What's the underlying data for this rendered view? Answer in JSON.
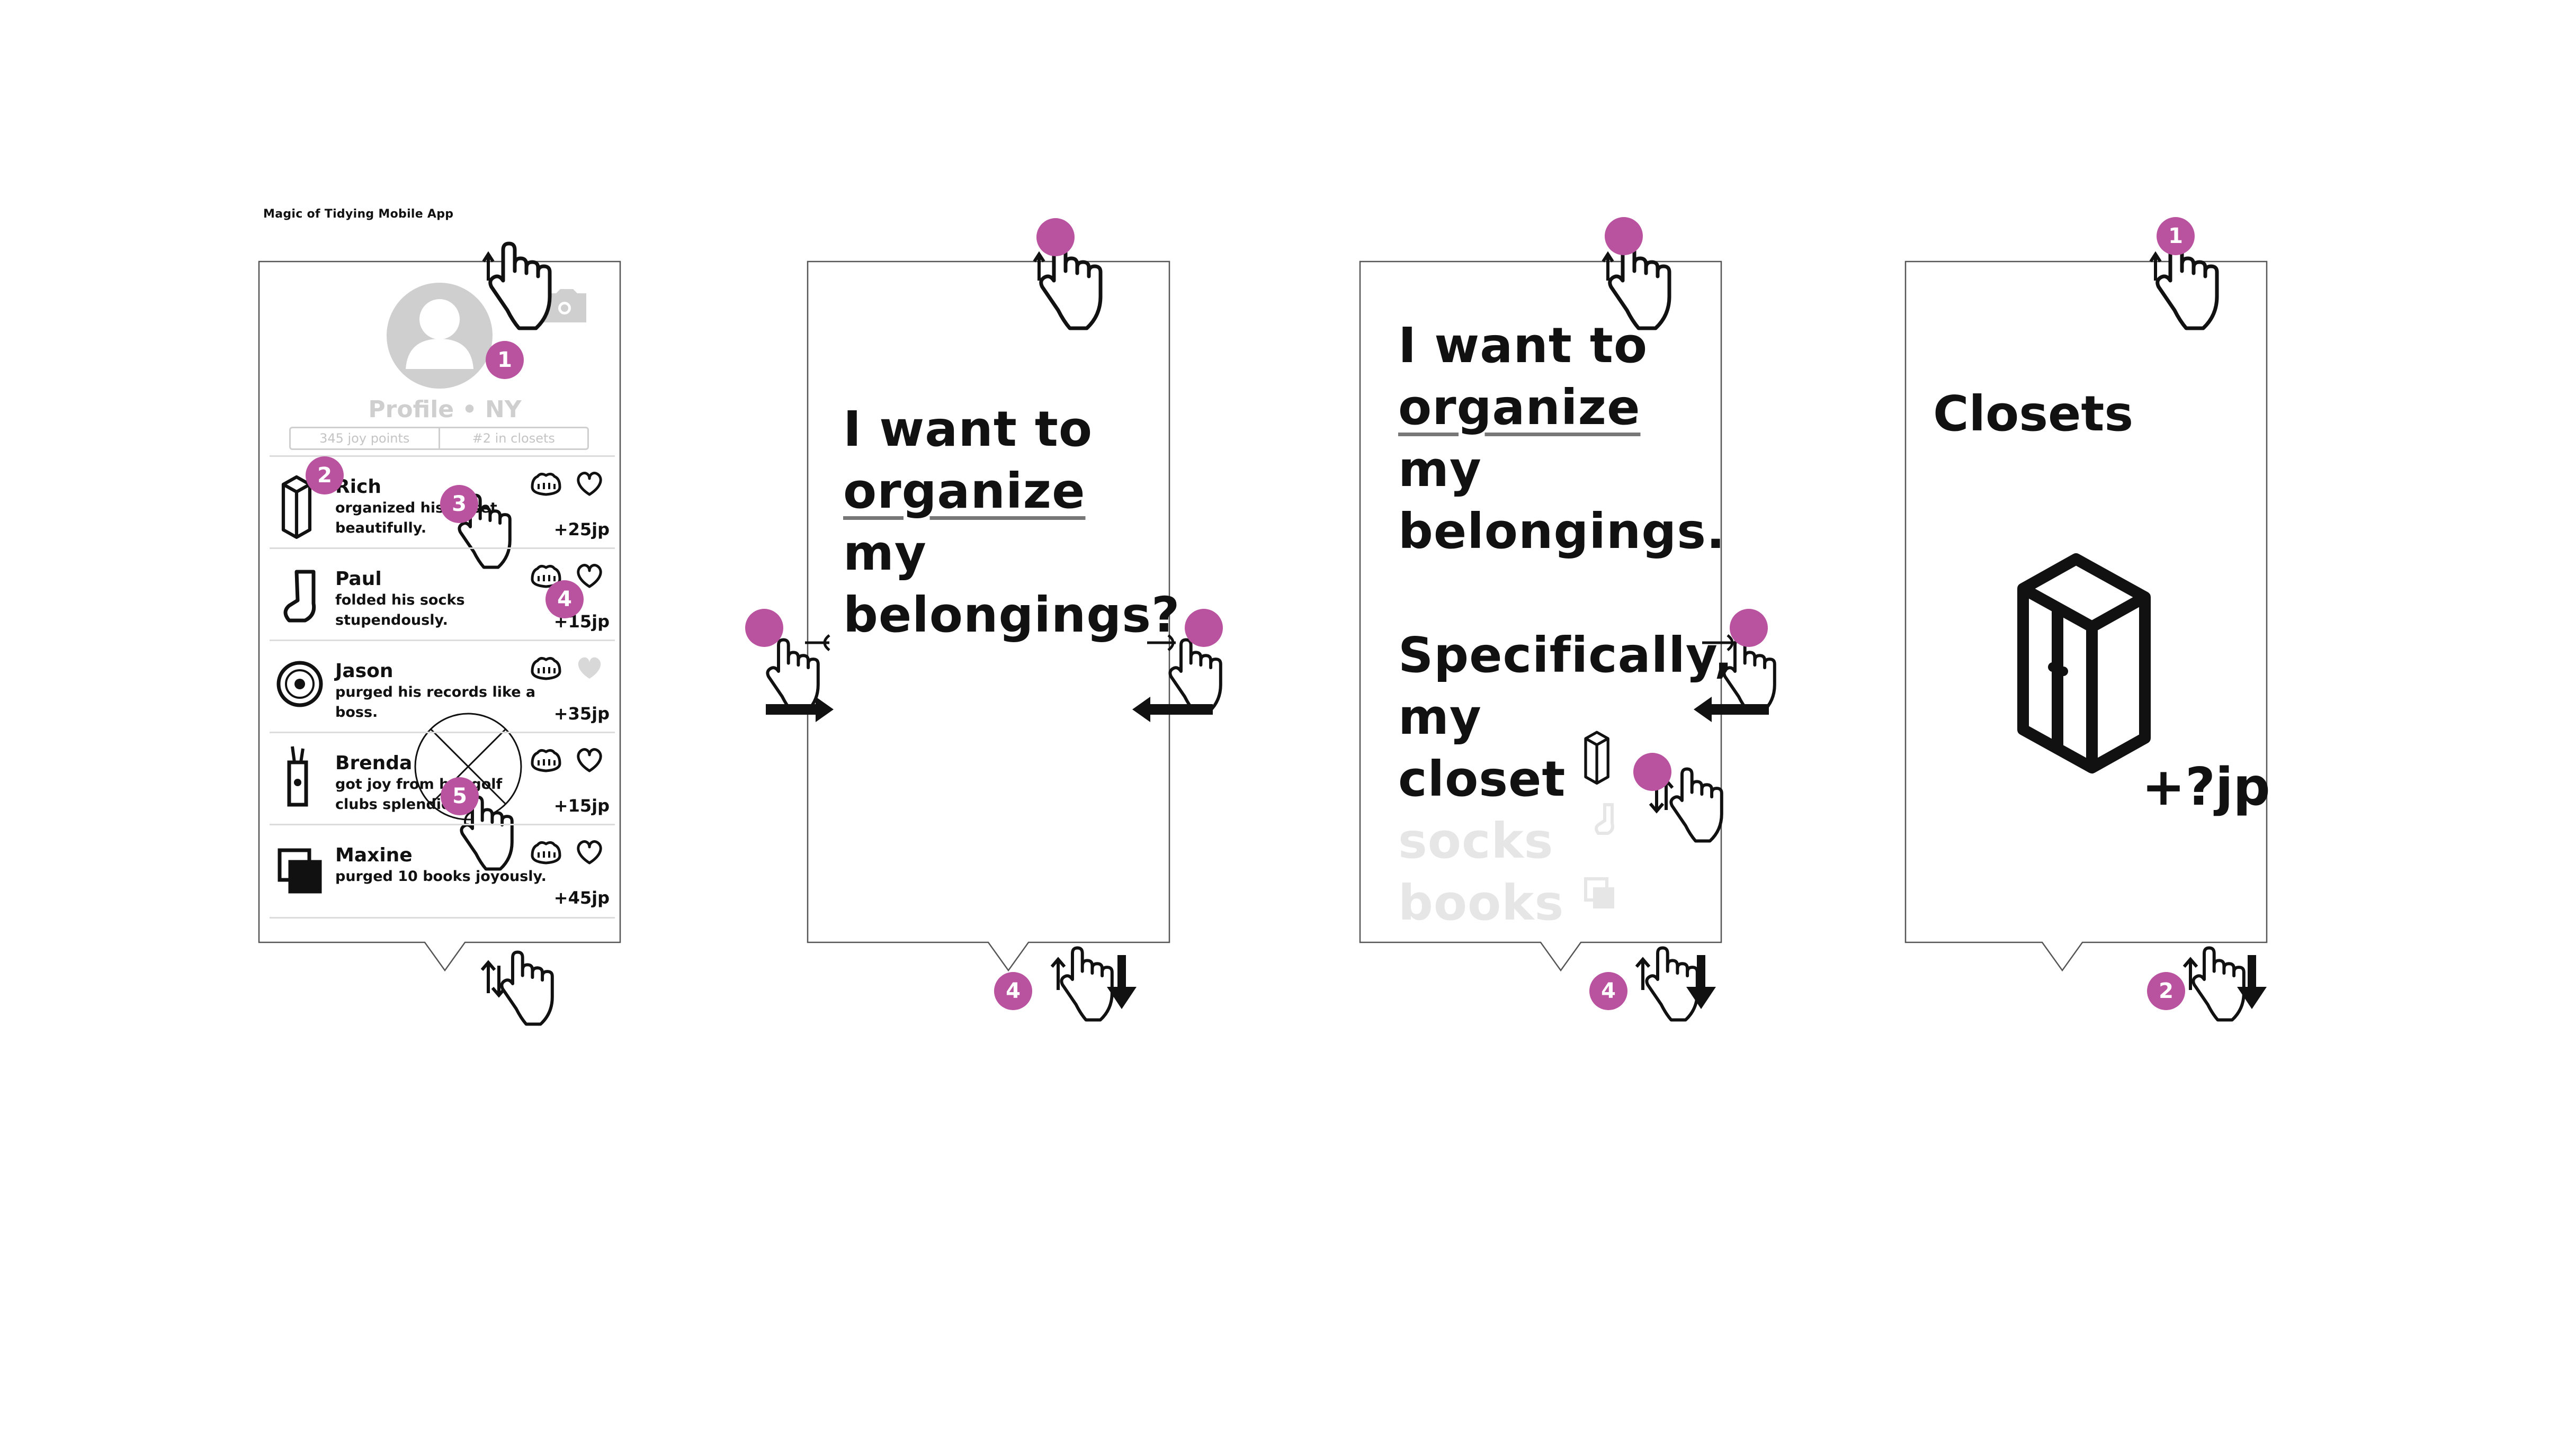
{
  "app_title": "Magic of Tidying Mobile App",
  "accent_color": "#b9529f",
  "profile": {
    "name": "Profile • NY",
    "stats": [
      "345 joy points",
      "#2 in closets"
    ]
  },
  "feed": [
    {
      "name": "Rich",
      "action": "organized his closet beautifully.",
      "points": "+25jp",
      "icon": "wardrobe-icon",
      "liked": false
    },
    {
      "name": "Paul",
      "action": "folded his socks stupendously.",
      "points": "+15jp",
      "icon": "sock-icon",
      "liked": false
    },
    {
      "name": "Jason",
      "action": "purged his records like a boss.",
      "points": "+35jp",
      "icon": "record-icon",
      "liked": true
    },
    {
      "name": "Brenda",
      "action": "got joy from her golf clubs splendidly.",
      "points": "+15jp",
      "icon": "golf-bag-icon",
      "liked": false
    },
    {
      "name": "Maxine",
      "action": "purged 10 books joyously.",
      "points": "+45jp",
      "icon": "books-icon",
      "liked": false
    }
  ],
  "screen2": {
    "lines": [
      "I want to",
      "organize",
      "my",
      "belongings?"
    ]
  },
  "screen3": {
    "lines": [
      "I want to",
      "organize",
      "my",
      "belongings."
    ],
    "lines2": [
      "Specifically,",
      "my"
    ],
    "options": [
      "closet",
      "socks",
      "books"
    ]
  },
  "screen4": {
    "title": "Closets",
    "points": "+?jp"
  },
  "badges": [
    "1",
    "2",
    "3",
    "4",
    "5",
    "4",
    "4",
    "1",
    "2"
  ]
}
